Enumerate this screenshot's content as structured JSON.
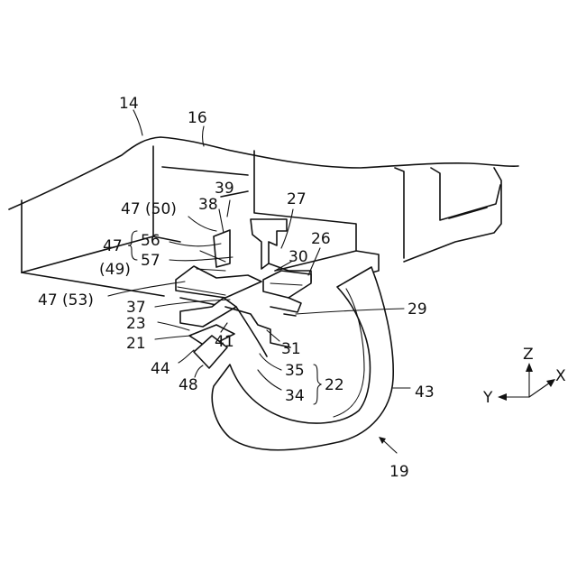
{
  "labels": {
    "l14": "14",
    "l16": "16",
    "l39": "39",
    "l38": "38",
    "l47_50": "47 (50)",
    "l27": "27",
    "l47": "47",
    "l56": "56",
    "l57": "57",
    "l49": "(49)",
    "l26": "26",
    "l30": "30",
    "l47_53": "47 (53)",
    "l37": "37",
    "l29": "29",
    "l23": "23",
    "l21": "21",
    "l41": "41",
    "l31": "31",
    "l44": "44",
    "l35": "35",
    "l22": "22",
    "l48": "48",
    "l34": "34",
    "l43": "43",
    "l19": "19"
  },
  "axes": {
    "z": "Z",
    "y": "Y",
    "x": "X"
  }
}
